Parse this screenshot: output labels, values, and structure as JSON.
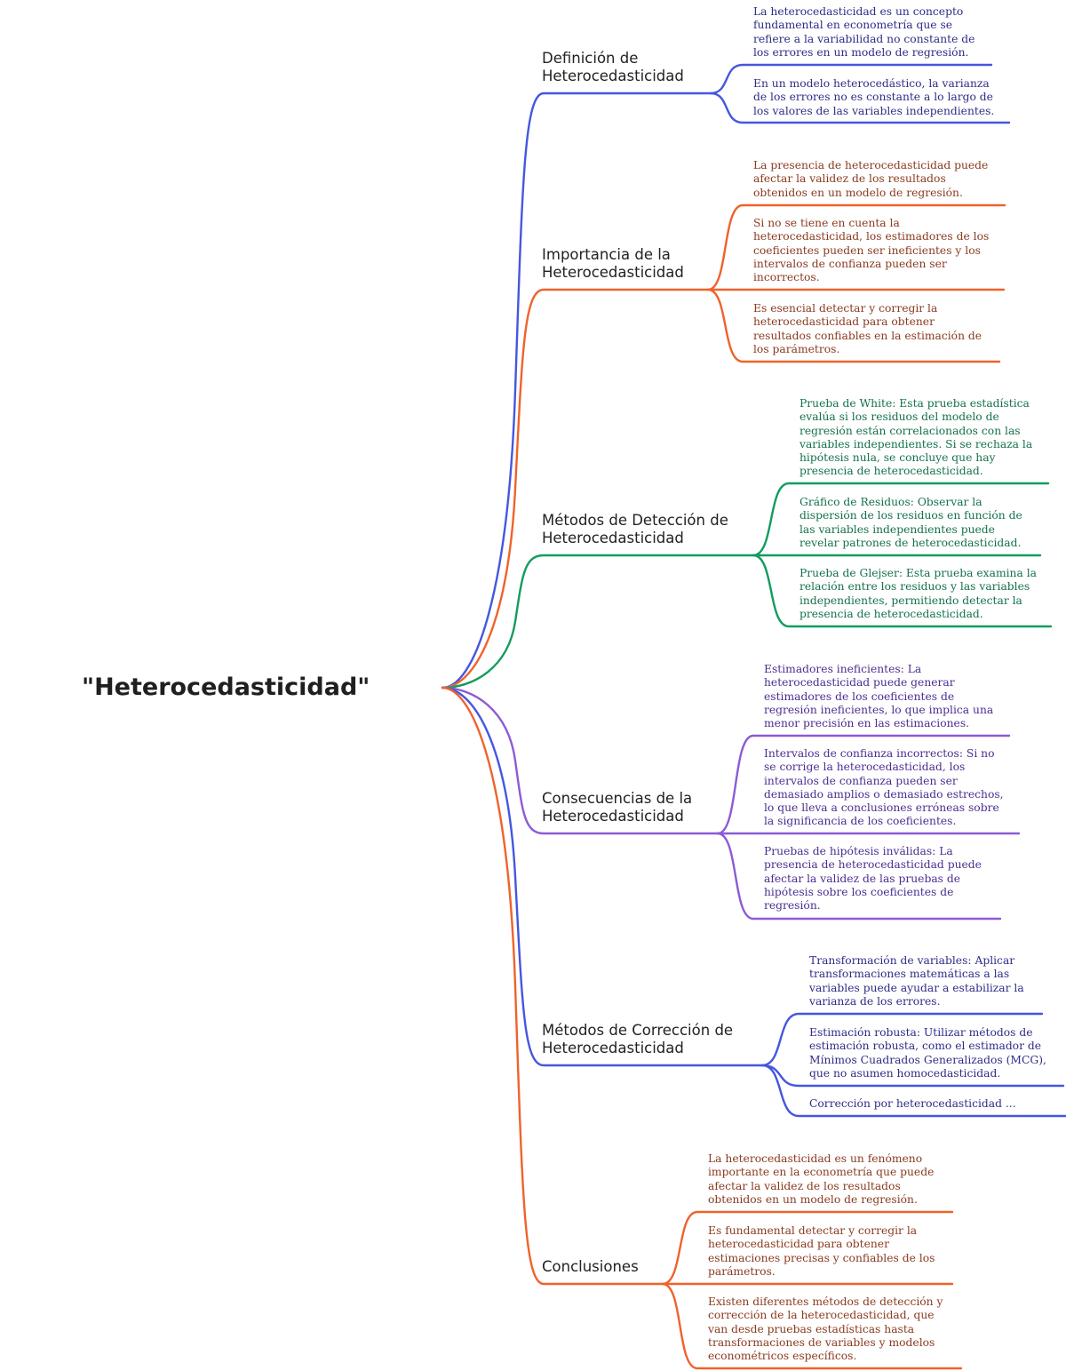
{
  "root": {
    "title": "\"Heterocedasticidad\""
  },
  "colors": {
    "blue": "#4457e0",
    "orange": "#f0622b",
    "green": "#129c5e",
    "purple": "#8b5bd6",
    "text_blue": "#2e2c86",
    "text_orange": "#8a3a1f",
    "text_green": "#14714a",
    "text_purple": "#4b2d90"
  },
  "branches": [
    {
      "label": "Definición de\nHeterocedasticidad",
      "color": "blue",
      "leaves": [
        "La heterocedasticidad es un concepto\nfundamental en econometría que se\nrefiere a la variabilidad no constante de\nlos errores en un modelo de regresión.",
        "En un modelo heterocedástico, la varianza\nde los errores no es constante a lo largo de\nlos valores de las variables independientes."
      ]
    },
    {
      "label": "Importancia de la\nHeterocedasticidad",
      "color": "orange",
      "leaves": [
        "La presencia de heterocedasticidad puede\nafectar la validez de los resultados\nobtenidos en un modelo de regresión.",
        "Si no se tiene en cuenta la\nheterocedasticidad, los estimadores de los\ncoeficientes pueden ser ineficientes y los\nintervalos de confianza pueden ser\nincorrectos.",
        "Es esencial detectar y corregir la\nheterocedasticidad para obtener\nresultados confiables en la estimación de\nlos parámetros."
      ]
    },
    {
      "label": "Métodos de Detección de\nHeterocedasticidad",
      "color": "green",
      "leaves": [
        "Prueba de White: Esta prueba estadística\nevalúa si los residuos del modelo de\nregresión están correlacionados con las\nvariables independientes. Si se rechaza la\nhipótesis nula, se concluye que hay\npresencia de heterocedasticidad.",
        "Gráfico de Residuos: Observar la\ndispersión de los residuos en función de\nlas variables independientes puede\nrevelar patrones de heterocedasticidad.",
        "Prueba de Glejser: Esta prueba examina la\nrelación entre los residuos y las variables\nindependientes, permitiendo detectar la\npresencia de heterocedasticidad."
      ]
    },
    {
      "label": "Consecuencias de la\nHeterocedasticidad",
      "color": "purple",
      "leaves": [
        "Estimadores ineficientes: La\nheterocedasticidad puede generar\nestimadores de los coeficientes de\nregresión ineficientes, lo que implica una\nmenor precisión en las estimaciones.",
        "Intervalos de confianza incorrectos: Si no\nse corrige la heterocedasticidad, los\nintervalos de confianza pueden ser\ndemasiado amplios o demasiado estrechos,\nlo que lleva a conclusiones erróneas sobre\nla significancia de los coeficientes.",
        "Pruebas de hipótesis inválidas: La\npresencia de heterocedasticidad puede\nafectar la validez de las pruebas de\nhipótesis sobre los coeficientes de\nregresión."
      ]
    },
    {
      "label": "Métodos de Corrección de\nHeterocedasticidad",
      "color": "blue",
      "leaves": [
        "Transformación de variables: Aplicar\ntransformaciones matemáticas a las\nvariables puede ayudar a estabilizar la\nvarianza de los errores.",
        "Estimación robusta: Utilizar métodos de\nestimación robusta, como el estimador de\nMínimos Cuadrados Generalizados (MCG),\nque no asumen homocedasticidad.",
        "Corrección por heterocedasticidad ..."
      ]
    },
    {
      "label": "Conclusiones",
      "color": "orange",
      "leaves": [
        "La heterocedasticidad es un fenómeno\nimportante en la econometría que puede\nafectar la validez de los resultados\nobtenidos en un modelo de regresión.",
        "Es fundamental detectar y corregir la\nheterocedasticidad para obtener\nestimaciones precisas y confiables de los\nparámetros.",
        "Existen diferentes métodos de detección y\ncorrección de la heterocedasticidad, que\nvan desde pruebas estadísticas hasta\ntransformaciones de variables y modelos\neconométricos específicos."
      ]
    }
  ]
}
